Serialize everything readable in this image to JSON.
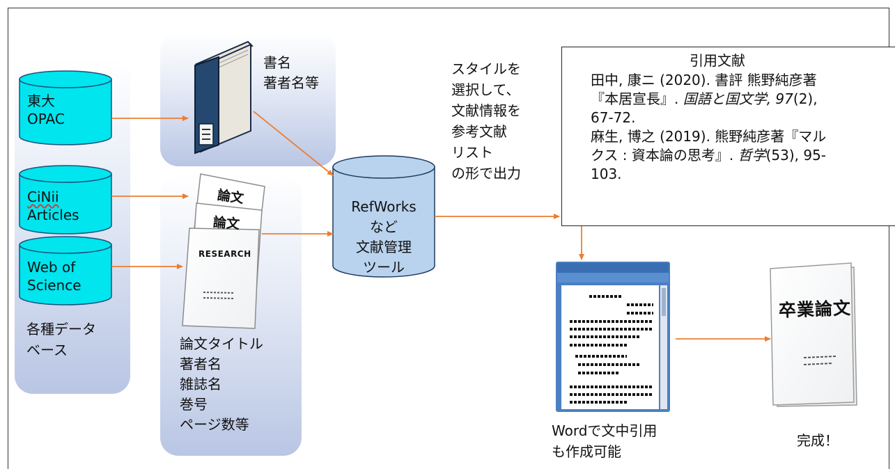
{
  "databases": {
    "todai_line1": "東大",
    "todai_line2": "OPAC",
    "cinii_line1": "CiNii",
    "cinii_line2": "Articles",
    "wos_line1": "Web of",
    "wos_line2": "Science",
    "caption_line1": "各種データ",
    "caption_line2": "ベース"
  },
  "book": {
    "line1": "書名",
    "line2": "著者名等"
  },
  "papers": {
    "stamp1": "論文",
    "stamp2": "論文",
    "stamp3": "RESEARCH",
    "caption_lines": [
      "論文タイトル",
      "著者名",
      "雑誌名",
      "巻号",
      "ページ数等"
    ]
  },
  "refworks": {
    "lines": [
      "RefWorks",
      "など",
      "文献管理",
      "ツール"
    ]
  },
  "style_text": {
    "lines": [
      "スタイルを",
      "選択して、",
      "文献情報を",
      "参考文献",
      "リスト",
      "の形で出力"
    ]
  },
  "references": {
    "heading": "引用文献",
    "entry1_line1": "田中, 康ニ (2020). 書評 熊野純彦著",
    "entry1_line2_a": "『本居宣長』. ",
    "entry1_line2_b": "国語と国文学, 97",
    "entry1_line2_c": "(2),",
    "entry1_line3": "67-72.",
    "entry2_line1": "麻生, 博之 (2019). 熊野純彦著『マル",
    "entry2_line2_a": "クス : 資本論の思考』. ",
    "entry2_line2_b": "哲学",
    "entry2_line2_c": "(53), 95-",
    "entry2_line3": "103."
  },
  "word": {
    "line1": "Wordで文中引用",
    "line2": "も作成可能"
  },
  "thesis": {
    "title": "卒業論文",
    "caption": "完成！"
  },
  "colors": {
    "cylinder_fill": "#00e5ee",
    "refworks_fill": "#b9d3ee",
    "arrow": "#ed7d31",
    "panel_bottom": "#b9c6e4"
  }
}
